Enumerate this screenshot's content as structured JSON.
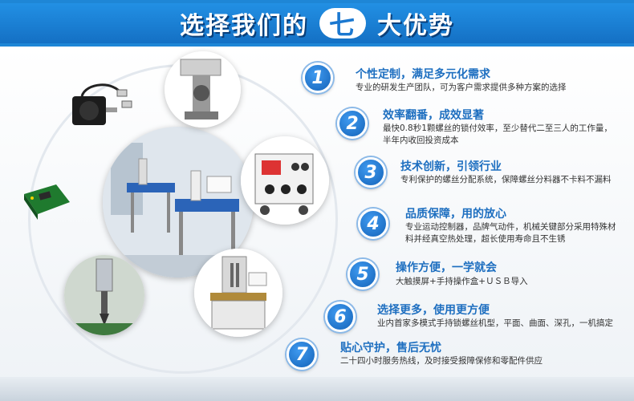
{
  "banner": {
    "title_left": "选择我们的",
    "title_number": "七",
    "title_right": "大优势"
  },
  "advantages": [
    {
      "number": "1",
      "title": "个性定制，满足多元化需求",
      "lines": [
        "专业的研发生产团队，可为客户需求提供多种方案的选择"
      ]
    },
    {
      "number": "2",
      "title": "效率翻番，成效显著",
      "lines": [
        "最快0.8秒1颗螺丝的锁付效率，至少替代二至三人的工作量，",
        "半年内收回投资成本"
      ]
    },
    {
      "number": "3",
      "title": "技术创新，引领行业",
      "lines": [
        "专利保护的螺丝分配系统，保障螺丝分料器不卡料不漏料"
      ]
    },
    {
      "number": "4",
      "title": "品质保障，用的放心",
      "lines": [
        "专业运动控制器，品牌气动件，机械关键部分采用特殊材",
        "料并经真空热处理，超长使用寿命且不生锈"
      ]
    },
    {
      "number": "5",
      "title": "操作方便，一学就会",
      "lines": [
        "大触摸屏+手持操作盒+ＵＳＢ导入"
      ]
    },
    {
      "number": "6",
      "title": "选择更多，使用更方便",
      "lines": [
        "业内首家多模式手持锁螺丝机型，平面、曲面、深孔，一机搞定"
      ]
    },
    {
      "number": "7",
      "title": "贴心守护，售后无忧",
      "lines": [
        "二十四小时服务热线，及时接受报障保修和零配件供应"
      ]
    }
  ],
  "images": {
    "center": "screw-machine-factory-photo",
    "top": "screw-feeder-photo",
    "right": "control-box-photo",
    "lower_right": "desktop-screw-machine-photo",
    "lower_left": "screwdriver-head-photo",
    "motor": "servo-motor-photo",
    "controller": "motion-controller-board-photo"
  },
  "colors": {
    "banner": "#1e86d6",
    "heading": "#1e6fc0",
    "badge": "#1463b8"
  }
}
